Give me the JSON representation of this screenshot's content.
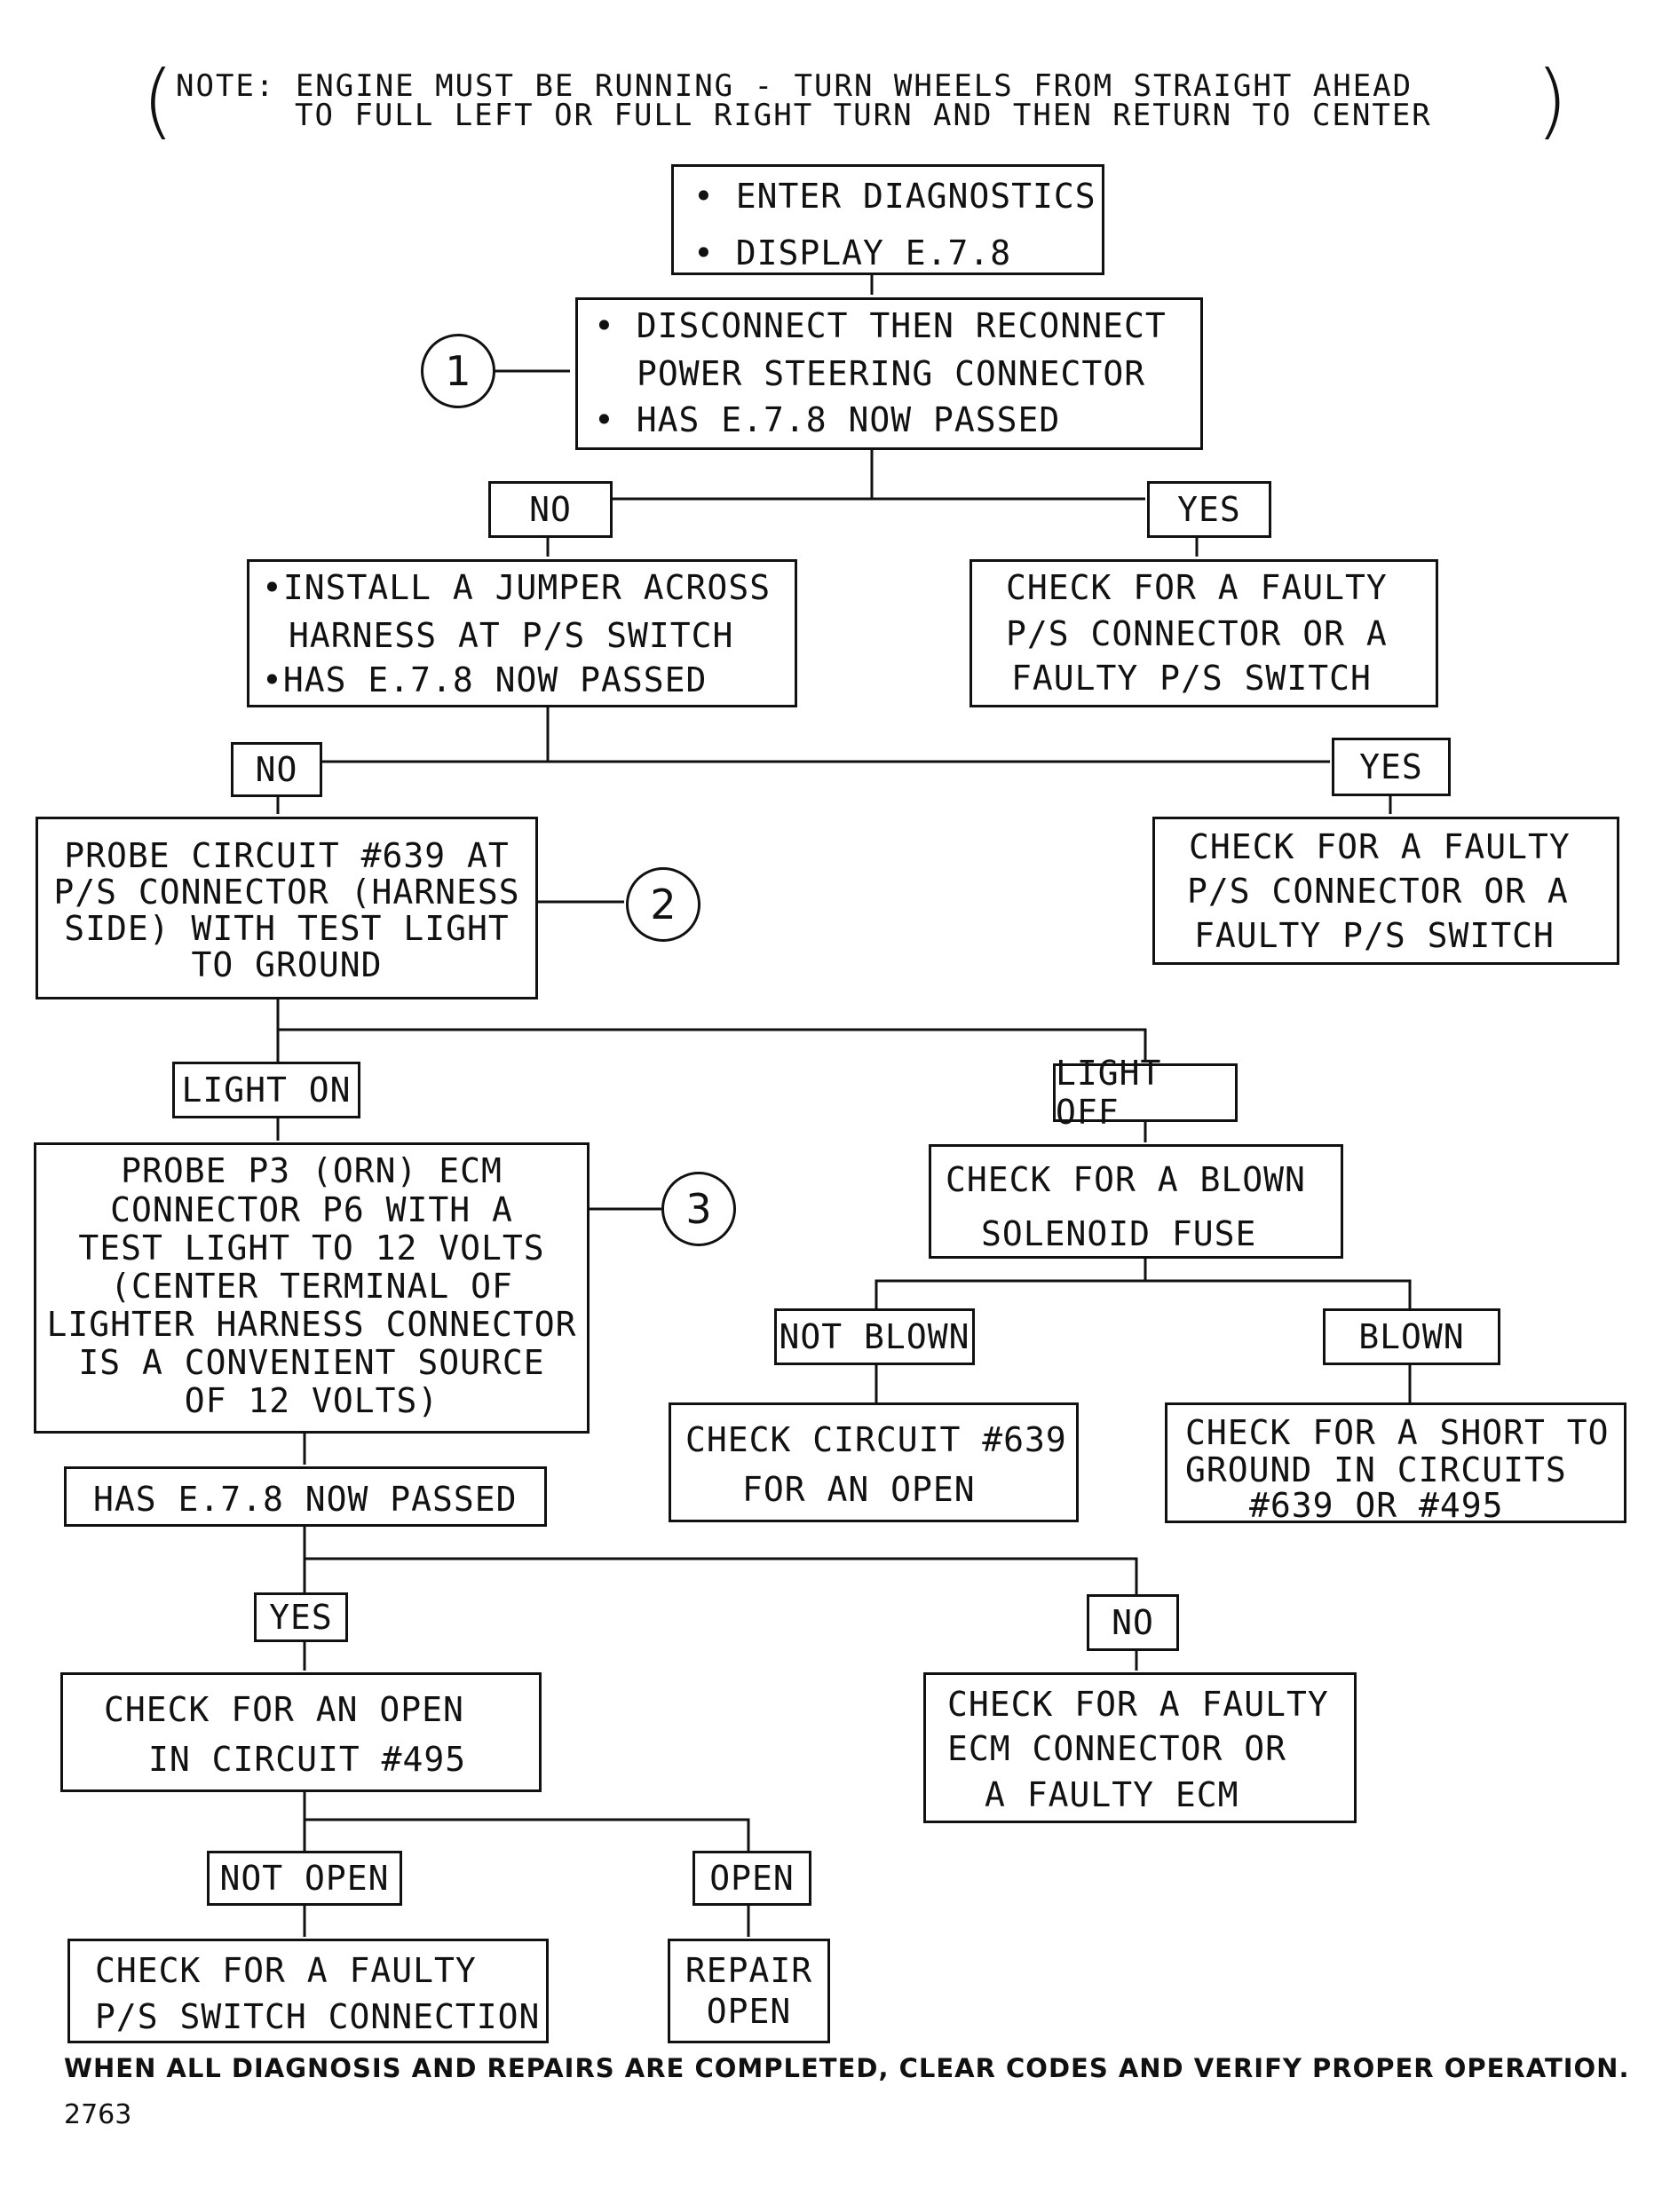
{
  "note": {
    "line1": "NOTE: ENGINE MUST BE RUNNING - TURN WHEELS FROM STRAIGHT AHEAD",
    "line2": "TO FULL LEFT OR FULL RIGHT TURN AND THEN RETURN TO CENTER"
  },
  "steps": {
    "enter_diagnostics": {
      "bullet1": "• ENTER DIAGNOSTICS",
      "bullet2": "• DISPLAY E.7.8"
    },
    "disconnect": {
      "line1": "• DISCONNECT THEN RECONNECT",
      "line2": "POWER STEERING CONNECTOR",
      "line3": "• HAS E.7.8 NOW PASSED"
    },
    "jumper": {
      "line1": "•INSTALL A JUMPER ACROSS",
      "line2": "HARNESS AT P/S SWITCH",
      "line3": "•HAS E.7.8 NOW PASSED"
    },
    "check_faulty_1": {
      "line1": "CHECK FOR A FAULTY",
      "line2": "P/S CONNECTOR OR A",
      "line3": "FAULTY P/S SWITCH"
    },
    "check_faulty_2": {
      "line1": "CHECK FOR A FAULTY",
      "line2": "P/S CONNECTOR OR A",
      "line3": "FAULTY P/S SWITCH"
    },
    "probe_639": {
      "line1": "PROBE CIRCUIT #639 AT",
      "line2": "P/S CONNECTOR (HARNESS",
      "line3": "SIDE) WITH TEST LIGHT",
      "line4": "TO GROUND"
    },
    "probe_p3": {
      "line1": "PROBE P3 (ORN) ECM",
      "line2": "CONNECTOR P6 WITH A",
      "line3": "TEST LIGHT TO 12 VOLTS",
      "line4": "(CENTER TERMINAL OF",
      "line5": "LIGHTER HARNESS CONNECTOR",
      "line6": "IS A CONVENIENT SOURCE",
      "line7": "OF 12 VOLTS)"
    },
    "blown_fuse": {
      "line1": "CHECK FOR A BLOWN",
      "line2": "SOLENOID FUSE"
    },
    "check_639_open": {
      "line1": "CHECK CIRCUIT #639",
      "line2": "FOR AN OPEN"
    },
    "check_short": {
      "line1": "CHECK FOR A SHORT TO",
      "line2": "GROUND IN CIRCUITS",
      "line3": "#639 OR #495"
    },
    "has_passed": {
      "line1": "HAS E.7.8 NOW PASSED"
    },
    "check_open_495": {
      "line1": "CHECK FOR AN OPEN",
      "line2": "IN CIRCUIT #495"
    },
    "faulty_ecm": {
      "line1": "CHECK FOR A FAULTY",
      "line2": "ECM CONNECTOR OR",
      "line3": "A FAULTY ECM"
    },
    "switch_connection": {
      "line1": "CHECK FOR A FAULTY",
      "line2": "P/S SWITCH CONNECTION"
    },
    "repair_open": {
      "line1": "REPAIR",
      "line2": "OPEN"
    }
  },
  "labels": {
    "no_1": "NO",
    "yes_1": "YES",
    "no_2": "NO",
    "yes_2": "YES",
    "light_on": "LIGHT ON",
    "light_off": "LIGHT OFF",
    "not_blown": "NOT BLOWN",
    "blown": "BLOWN",
    "yes_3": "YES",
    "no_3": "NO",
    "not_open": "NOT OPEN",
    "open": "OPEN"
  },
  "callouts": {
    "c1": "1",
    "c2": "2",
    "c3": "3"
  },
  "footer": "WHEN ALL DIAGNOSIS AND REPAIRS ARE COMPLETED, CLEAR CODES AND VERIFY PROPER OPERATION.",
  "figure_number": "2763"
}
